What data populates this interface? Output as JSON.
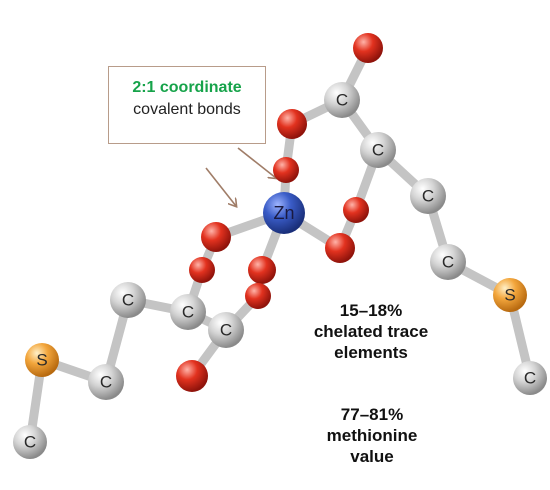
{
  "callout": {
    "line1": "2:1 coordinate",
    "line2": "covalent bonds",
    "line1_color": "#16a34a"
  },
  "notes": {
    "chelated": [
      "15–18%",
      "chelated trace",
      "elements"
    ],
    "methionine": [
      "77–81%",
      "methionine",
      "value"
    ]
  },
  "atom_labels": {
    "carbon": "C",
    "sulfur": "S",
    "zinc": "Zn"
  },
  "colors": {
    "oxygen": "#d9271e",
    "carbon": "#b8b8b8",
    "sulfur": "#f0a23c",
    "zinc": "#2f52b5",
    "bond": "#c4c4c4",
    "arrow": "#a07d68"
  }
}
